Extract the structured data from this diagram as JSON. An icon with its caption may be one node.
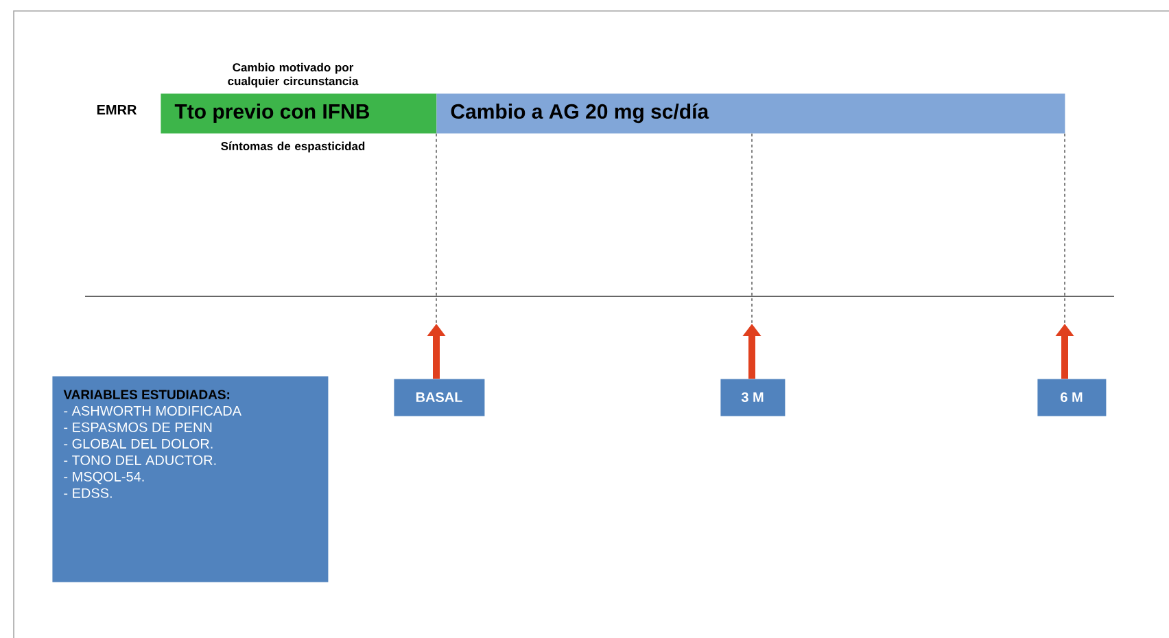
{
  "diagram": {
    "nodes": [
      {
        "text": [
          "Tto previo con IFNB"
        ],
        "beside": [
          "Cambio motivado por cualquier circunstancia",
          "Síntomas de espasticidad"
        ]
      },
      {
        "text": [
          "Cambio a AG 20 mg sc/día"
        ]
      },
      {
        "text": [
          "BASAL"
        ]
      },
      {
        "text": [
          "3 M"
        ]
      },
      {
        "text": [
          "6 M"
        ]
      },
      {
        "text": [
          "VARIABLES ESTUDIADAS:",
          "- ASHWORTH MODIFICADA",
          "- ESPASMOS DE PENN",
          "- GLOBAL DEL DOLOR.",
          "- TONO DEL ADUCTOR.",
          "- MSQOL-54.",
          "- EDSS."
        ]
      }
    ],
    "edges": [
      {
        "from": 1,
        "to": null,
        "arrow": "none",
        "style": "dashed"
      },
      {
        "from": 1,
        "to": null,
        "arrow": "none",
        "style": "dashed"
      },
      {
        "from": 1,
        "to": null,
        "arrow": "none",
        "style": "dashed"
      },
      {
        "from": 2,
        "to": null,
        "arrow": "to",
        "style": "thick",
        "color": "#e0401e"
      },
      {
        "from": 3,
        "to": null,
        "arrow": "to",
        "style": "thick",
        "color": "#e0401e"
      },
      {
        "from": 4,
        "to": null,
        "arrow": "to",
        "style": "thick",
        "color": "#e0401e"
      }
    ],
    "labels": [
      "EMRR"
    ]
  }
}
